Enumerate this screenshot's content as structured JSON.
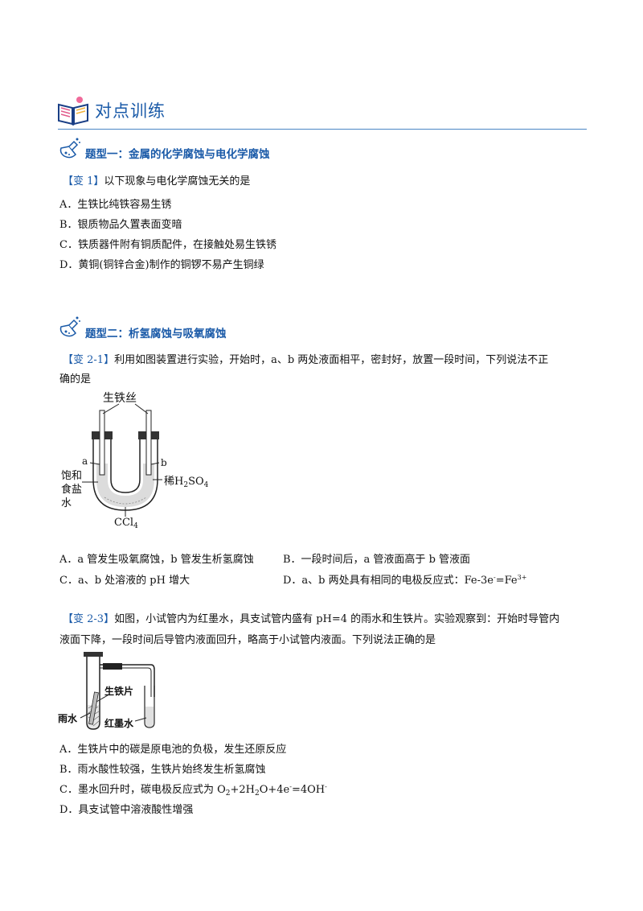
{
  "header": {
    "title": "对点训练",
    "book_icon": "open-book-icon"
  },
  "sections": [
    {
      "title": "题型一：金属的化学腐蚀与电化学腐蚀",
      "icon": "flask-icon"
    },
    {
      "title": "题型二：析氢腐蚀与吸氧腐蚀",
      "icon": "flask-icon"
    }
  ],
  "q1": {
    "tag": "【变 1】",
    "stem": "以下现象与电化学腐蚀无关的是",
    "options": [
      "A．生铁比纯铁容易生锈",
      "B．银质物品久置表面变暗",
      "C．铁质器件附有铜质配件，在接触处易生铁锈",
      "D．黄铜(铜锌合金)制作的铜锣不易产生铜绿"
    ]
  },
  "q2": {
    "tag": "【变 2-1】",
    "stem_line1": "利用如图装置进行实验，开始时，a、b 两处液面相平，密封好，放置一段时间，下列说法不正",
    "stem_line2": "确的是",
    "figure": {
      "label_wire": "生铁丝",
      "label_a": "a",
      "label_b": "b",
      "label_left_1": "饱和",
      "label_left_2": "食盐",
      "label_left_3": "水",
      "label_acid": "稀H",
      "label_acid_sub1": "2",
      "label_acid_mid": "SO",
      "label_acid_sub2": "4",
      "label_bottom": "CCl",
      "label_bottom_sub": "4"
    },
    "options": {
      "A": "A．a 管发生吸氧腐蚀，b 管发生析氢腐蚀",
      "B": "B．一段时间后，a 管液面高于 b 管液面",
      "C": "C．a、b 处溶液的 pH 增大",
      "D_pre": "D．a、b 两处具有相同的电极反应式：Fe-3e",
      "D_sup1": "-",
      "D_mid": "=Fe",
      "D_sup2": "3+"
    }
  },
  "q3": {
    "tag": "【变 2-3】",
    "stem_line1": "如图，小试管内为红墨水，具支试管内盛有 pH=4 的雨水和生铁片。实验观察到：开始时导管内",
    "stem_line2": "液面下降，一段时间后导管内液面回升，略高于小试管内液面。下列说法正确的是",
    "figure": {
      "label_iron": "生铁片",
      "label_rain": "雨水",
      "label_ink": "红墨水"
    },
    "options": {
      "A": "A．生铁片中的碳是原电池的负极，发生还原反应",
      "B": "B．雨水酸性较强，生铁片始终发生析氢腐蚀",
      "C_pre": "C．墨水回升时，碳电极反应式为 O",
      "C_sub1": "2",
      "C_mid1": "+2H",
      "C_sub2": "2",
      "C_mid2": "O+4e",
      "C_sup1": "-",
      "C_mid3": "=4OH",
      "C_sup2": "-",
      "D": "D．具支试管中溶液酸性增强"
    }
  }
}
